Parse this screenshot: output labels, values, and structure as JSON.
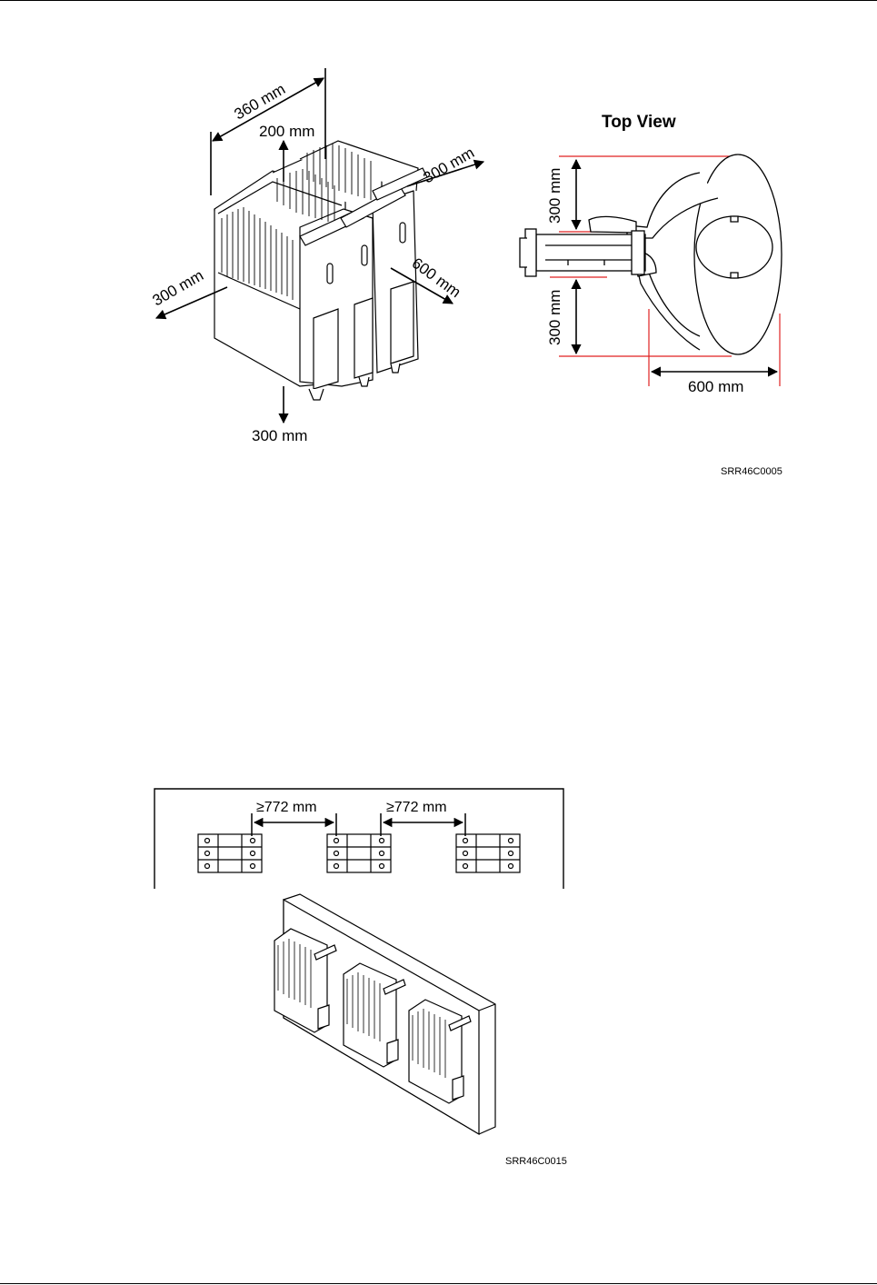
{
  "figure1": {
    "iso_labels": {
      "depth_top": "360 mm",
      "top_clearance": "200 mm",
      "right_side": "300 mm",
      "left_side": "300 mm",
      "front": "600 mm",
      "bottom": "300 mm"
    },
    "top_view": {
      "title": "Top View",
      "upper_clearance": "300 mm",
      "lower_clearance": "300 mm",
      "front_clearance": "600 mm"
    },
    "code": "SRR46C0005"
  },
  "figure2": {
    "spacing_left": "≥772 mm",
    "spacing_right": "≥772 mm",
    "code": "SRR46C0015"
  },
  "colors": {
    "dimension_line": "#e02020",
    "ink": "#000000"
  }
}
